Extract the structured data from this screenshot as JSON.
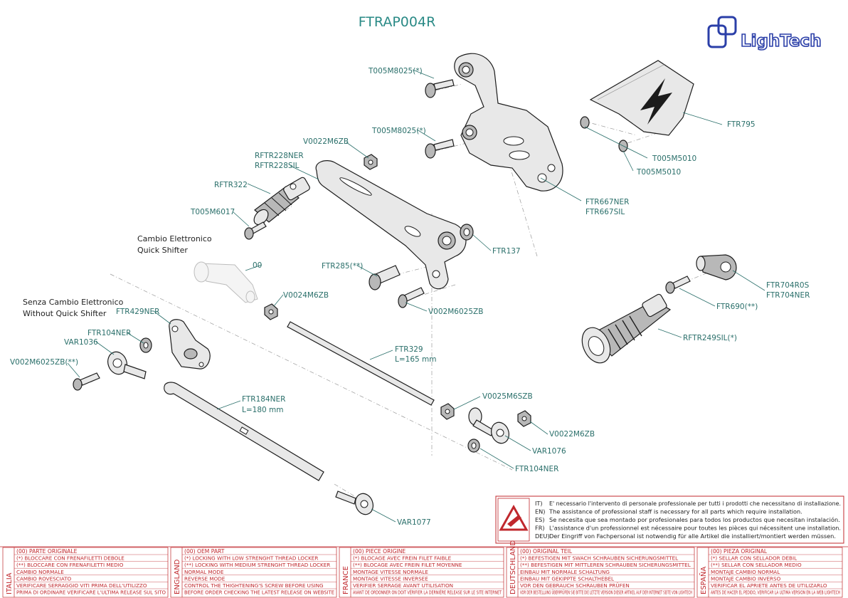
{
  "title": "FTRAP004R",
  "brand": "LighTech",
  "labels": {
    "t005m8025_a": "T005M8025(*)",
    "t005m8025_b": "T005M8025(*)",
    "v0022m6zb_top": "V0022M6ZB",
    "rftr228ner": "RFTR228NER",
    "rftr228sil": "RFTR228SIL",
    "rftr322": "RFTR322",
    "t005m6017": "T005M6017",
    "ftr795": "FTR795",
    "t005m5010_a": "T005M5010",
    "t005m5010_b": "T005M5010",
    "ftr667ner": "FTR667NER",
    "ftr667sil": "FTR667SIL",
    "ftr137": "FTR137",
    "ftr285": "FTR285(**)",
    "v002m6025zb_mid": "V002M6025ZB",
    "quick_shifter_it": "Cambio Elettronico",
    "quick_shifter_en": "Quick Shifter",
    "part_00": "00",
    "v0024m6zb": "V0024M6ZB",
    "ftr704r0s": "FTR704R0S",
    "ftr704ner": "FTR704NER",
    "ftr690": "FTR690(**)",
    "rftr249sil": "RFTR249SIL(*)",
    "no_qs_it": "Senza Cambio Elettronico",
    "no_qs_en": "Without Quick Shifter",
    "ftr429ner": "FTR429NER",
    "ftr104ner_left": "FTR104NER",
    "var1036": "VAR1036",
    "v002m6025zb_left": "V002M6025ZB(**)",
    "ftr329": "FTR329",
    "ftr329_len": "L=165 mm",
    "ftr184ner": "FTR184NER",
    "ftr184_len": "L=180 mm",
    "v0025m6szb": "V0025M6SZB",
    "v0022m6zb_bottom": "V0022M6ZB",
    "var1076": "VAR1076",
    "ftr104ner_bottom": "FTR104NER",
    "var1077": "VAR1077"
  },
  "warning": {
    "lines": [
      {
        "code": "IT)",
        "text": "E' necessario l'intervento di personale professionale per tutti i prodotti che necessitano di installazione."
      },
      {
        "code": "EN)",
        "text": "The assistance of professional staff is necessary for all parts which require installation."
      },
      {
        "code": "ES)",
        "text": "Se necesita que sea montado por profesionales para todos los productos que necesitan instalación."
      },
      {
        "code": "FR)",
        "text": "L'assistance d'un professionnel est nécessaire pour toutes les pièces qui nécessitent une installation."
      },
      {
        "code": "DEU)",
        "text": "Der Eingriff von Fachpersonal ist notwendig für alle Artikel die installiert/montiert werden müssen."
      }
    ]
  },
  "legend": [
    {
      "country": "ITALIA",
      "lines": [
        "(00) PARTE ORIGINALE",
        "(*)   BLOCCARE CON FRENAFILETTI DEBOLE",
        "(**)  BLOCCARE CON FRENAFILETTI MEDIO",
        "CAMBIO NORMALE",
        "CAMBIO ROVESCIATO",
        "VERIFICARE SERRAGGIO VITI PRIMA DELL'UTILIZZO",
        "PRIMA DI ORDINARE VERIFICARE L'ULTIMA RELEASE SUL SITO"
      ]
    },
    {
      "country": "ENGLAND",
      "lines": [
        "(00) OEM PART",
        "(*)   LOCKING WITH LOW STRENGHT THREAD LOCKER",
        "(**)  LOCKING WITH MEDIUM STRENGHT THREAD LOCKER",
        "NORMAL MODE",
        "REVERSE MODE",
        "CONTROL THE THIGHTENING'S SCREW BEFORE USING",
        "BEFORE ORDER CHECKING THE LATEST RELEASE ON WEBSITE"
      ]
    },
    {
      "country": "FRANCE",
      "lines": [
        "(00) PIECE ORIGINE",
        "(*)   BLOCAGE AVEC FREIN FILET FAIBLE",
        "(**)  BLOCAGE AVEC FREIN FILET MOYENNE",
        "MONTAGE VITESSE NORMALE",
        "MONTAGE VITESSE INVERSEE",
        "VERIFIER SERRAGE AVANT UTILISATION",
        "AVANT DE ORDONNER ON DOIT VÉRIFIER LA DERNIÈRE RELEASE SUR LE SITE INTERNET"
      ]
    },
    {
      "country": "DEUTSCHLAND",
      "lines": [
        "(00) ORIGINAL TEIL",
        "(*)   BEFESTIGEN MIT SWACH SCHRAUBEN SICHERUNGSMITTEL",
        "(**)  BEFESTIGEN MIT MITTLEREN SCHRAUBEN SICHERUNGSMITTEL",
        "EINBAU MIT NORMALE SCHALTUNG",
        "EINBAU MIT GEKIPPTE SCHALTHEBEL",
        "VOR DEN GEBRAUCH SCHRAUBEN PRÜFEN",
        "VOR DER BESTELLUNG ÜBERPRÜFEN SIE BITTE DIE LETZTE VERSION DIESER ARTIKEL AUF DER INTERNET SEITE VON LIGHTECH"
      ]
    },
    {
      "country": "ESPAÑA",
      "lines": [
        "(00) PIEZA ORIGINAL",
        "(*)   SELLAR CON SELLADOR DEBIL",
        "(**)  SELLAR CON SELLADOR MEDIO",
        "MONTAJE  CAMBIO NORMAL",
        "MONTAJE CAMBIO INVERSO",
        "VERIFICAR EL APRIETE ANTES DE UTILIZARLO",
        "ANTES DE HACER EL PEDIDO, VERIFICAR LA ULTIMA VERSION EN LA WEB LIGHTECH"
      ]
    }
  ],
  "colors": {
    "accent": "#2a8a86",
    "brand": "#2b3fa8",
    "legend_red": "#c0282d"
  }
}
